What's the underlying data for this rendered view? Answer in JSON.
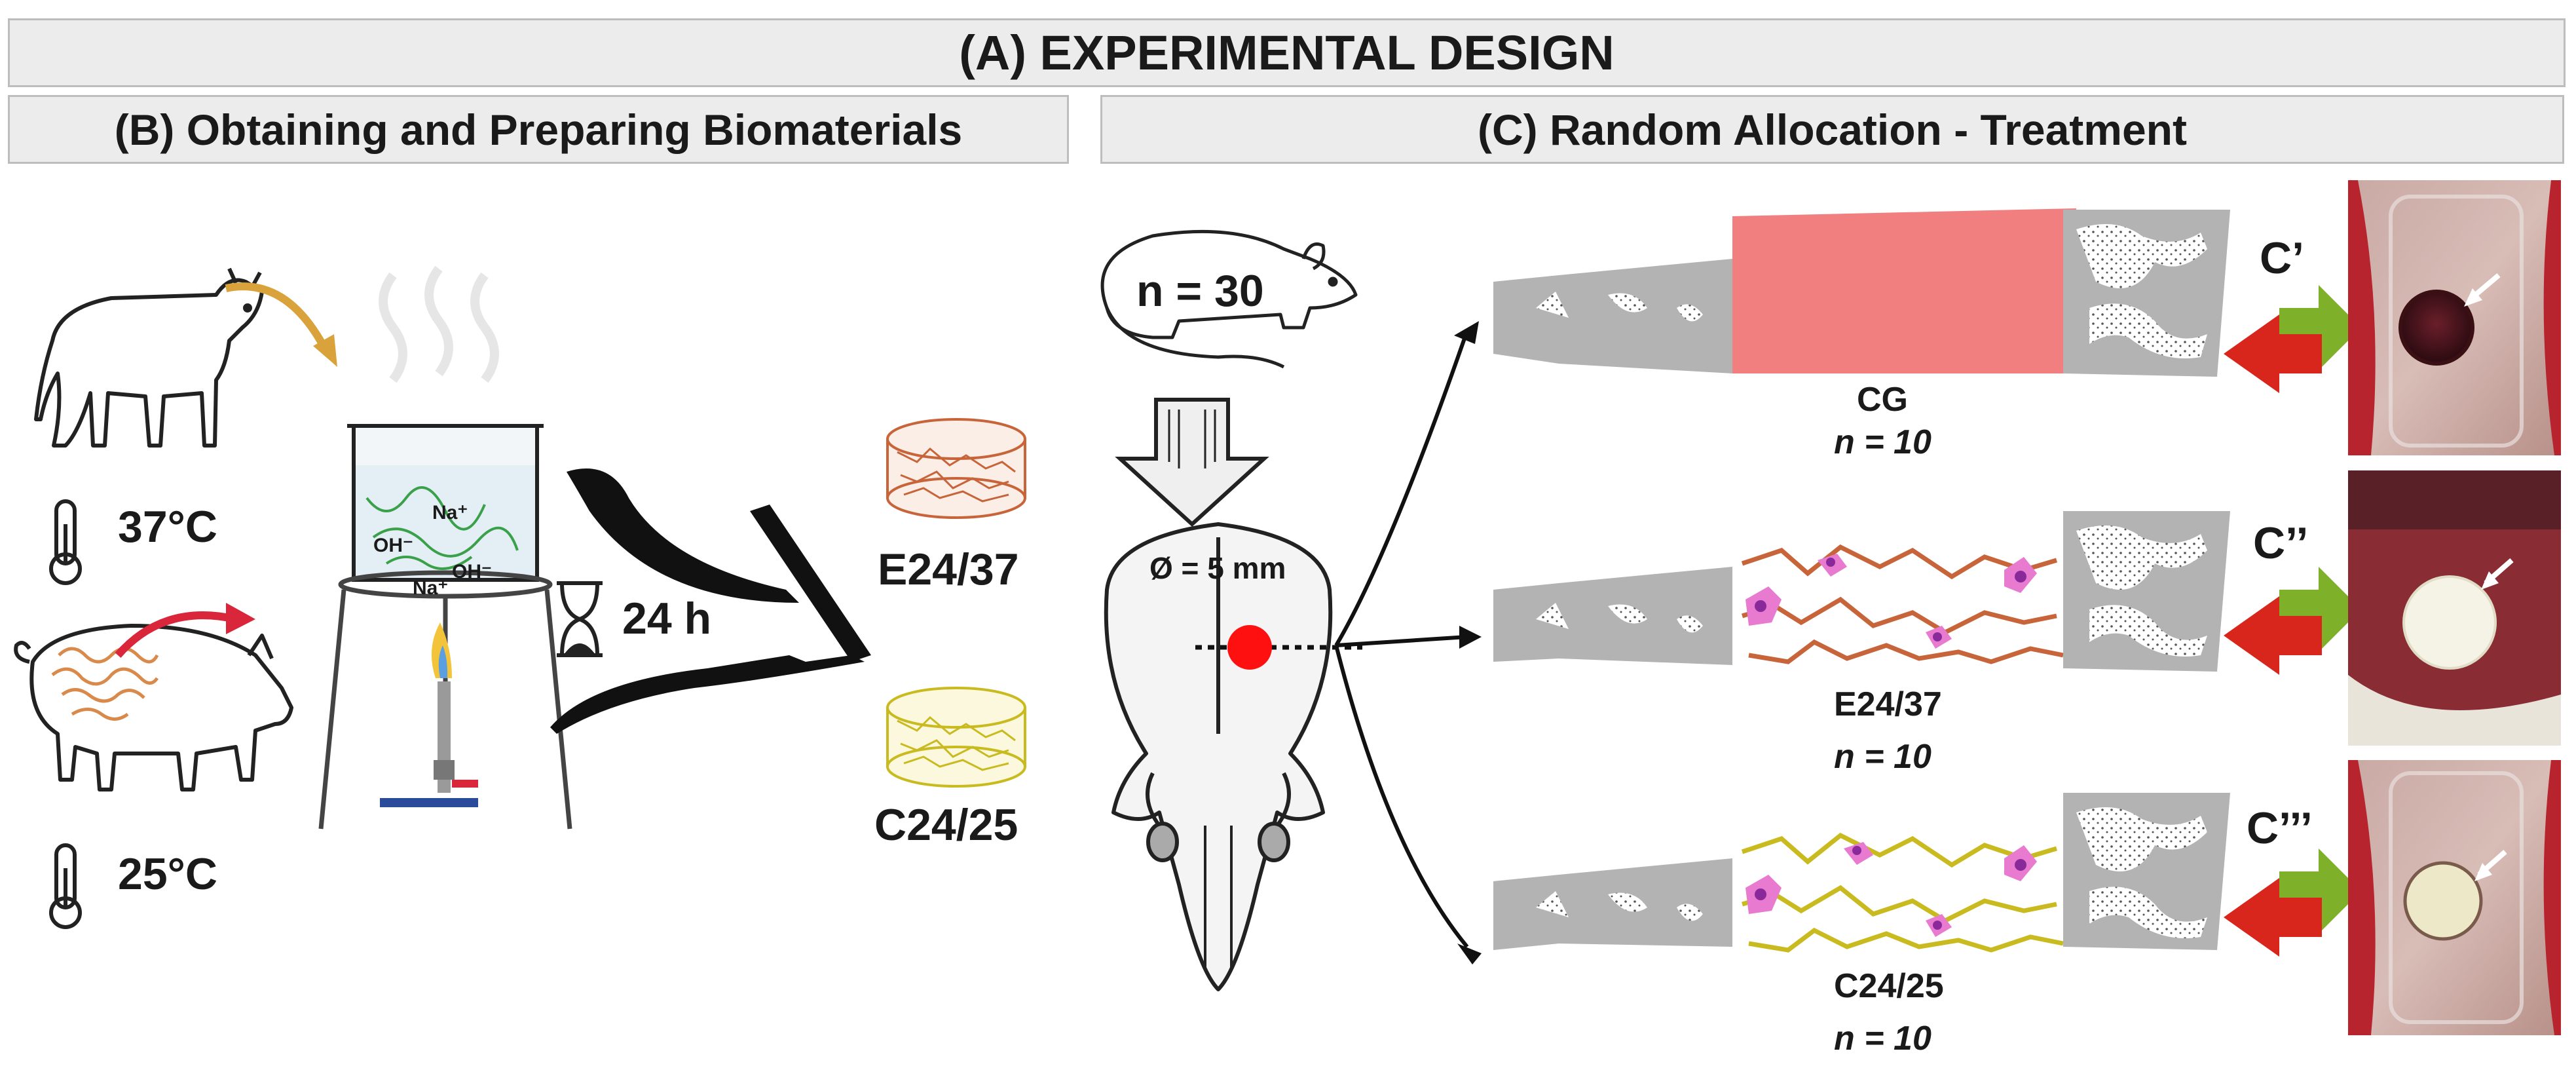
{
  "title": "(A) EXPERIMENTAL DESIGN",
  "section_b": {
    "title": "(B) Obtaining and Preparing Biomaterials",
    "bovine_temp": "37°C",
    "porcine_temp": "25°C",
    "time": "24 h",
    "ions": {
      "na1": "Na⁺",
      "oh1": "OH⁻",
      "oh2": "OH⁻",
      "na2": "Na⁺"
    },
    "products": [
      "E24/37",
      "C24/25"
    ]
  },
  "section_c": {
    "title": "(C) Random Allocation - Treatment",
    "n_total": "n = 30",
    "defect": "Ø = 5 mm",
    "groups": [
      {
        "name": "CG",
        "n": "n = 10",
        "panel": "C’"
      },
      {
        "name": "E24/37",
        "n": "n = 10",
        "panel": "C’’"
      },
      {
        "name": "C24/25",
        "n": "n = 10",
        "panel": "C’’’"
      }
    ]
  },
  "colors": {
    "header_bg": "#ececec",
    "bone": "#b3b3b3",
    "cg_fill": "#f27f7f",
    "bovine_fiber": "#c8643a",
    "porcine_fiber": "#c9bb1f",
    "cell": "#e87bd0",
    "arrow_green": "#7fb02a",
    "arrow_red": "#d9261c"
  }
}
